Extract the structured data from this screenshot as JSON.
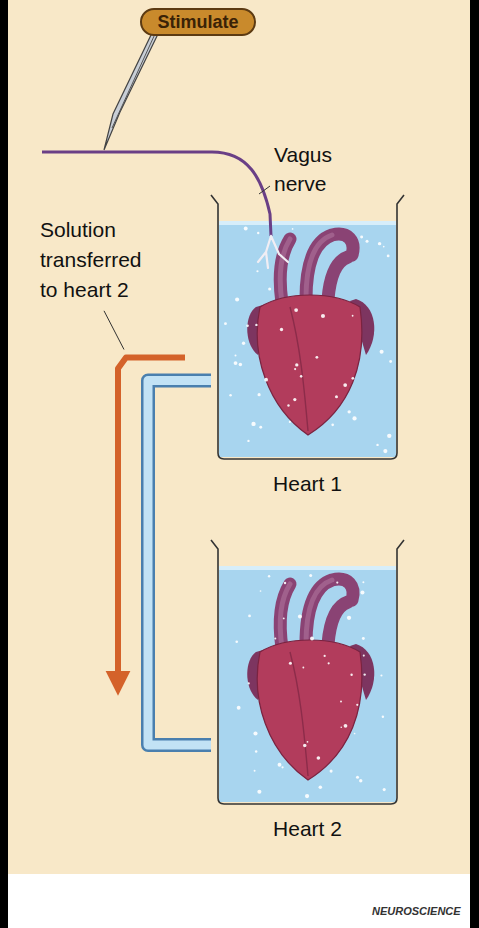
{
  "diagram": {
    "nodes": [
      {
        "text": [
          "Stimulate"
        ]
      },
      {
        "text": [
          "Heart 1"
        ]
      },
      {
        "text": [
          "Heart 2"
        ]
      }
    ],
    "edges": [
      {
        "from": 1,
        "to": 2,
        "arrow": "to",
        "label": "Solution transferred to heart 2"
      }
    ],
    "labels": [
      "Vagus nerve",
      "NEUROSCIENCE"
    ]
  }
}
